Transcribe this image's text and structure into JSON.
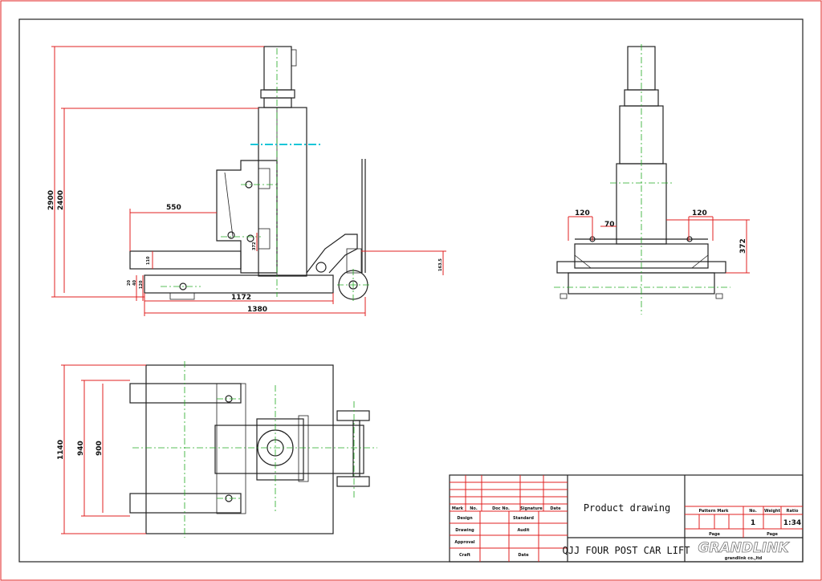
{
  "dimensions": {
    "side_view": {
      "h_total": "2900",
      "h_post": "2400",
      "fork_length": "550",
      "fork_thick": "110",
      "h_372": "372",
      "h_163": "163.5",
      "d20": "20",
      "d40": "40",
      "d120": "120",
      "len_1172": "1172",
      "len_1380": "1380"
    },
    "front_view": {
      "left_120": "120",
      "mid_70": "70",
      "right_120": "120",
      "h_372": "372"
    },
    "top_view": {
      "w_1140": "1140",
      "w_940": "940",
      "w_900": "900"
    }
  },
  "title_block": {
    "headers": {
      "mark": "Mark",
      "no": "No.",
      "doc_no": "Doc No.",
      "signature": "Signature",
      "date": "Date"
    },
    "rows": {
      "design": "Design",
      "standard": "Standard",
      "drawing": "Drawing",
      "audit": "Audit",
      "approval": "Approval",
      "craft": "Craft",
      "date2": "Date"
    },
    "drawing_type": "Product drawing",
    "product_name": "QJJ FOUR POST CAR LIFT",
    "right": {
      "pattern_mark": "Pattern Mark",
      "no": "No.",
      "weight": "Weight",
      "ratio": "Ratio",
      "no_value": "1",
      "ratio_value": "1:34",
      "page1": "Page",
      "page2": "Page"
    },
    "logo": "GRANDLINK",
    "company": "grandlink co.,ltd"
  },
  "colors": {
    "border": "#e02020",
    "line": "#222222",
    "center": "#22aa22",
    "cyan": "#19c6d8"
  }
}
